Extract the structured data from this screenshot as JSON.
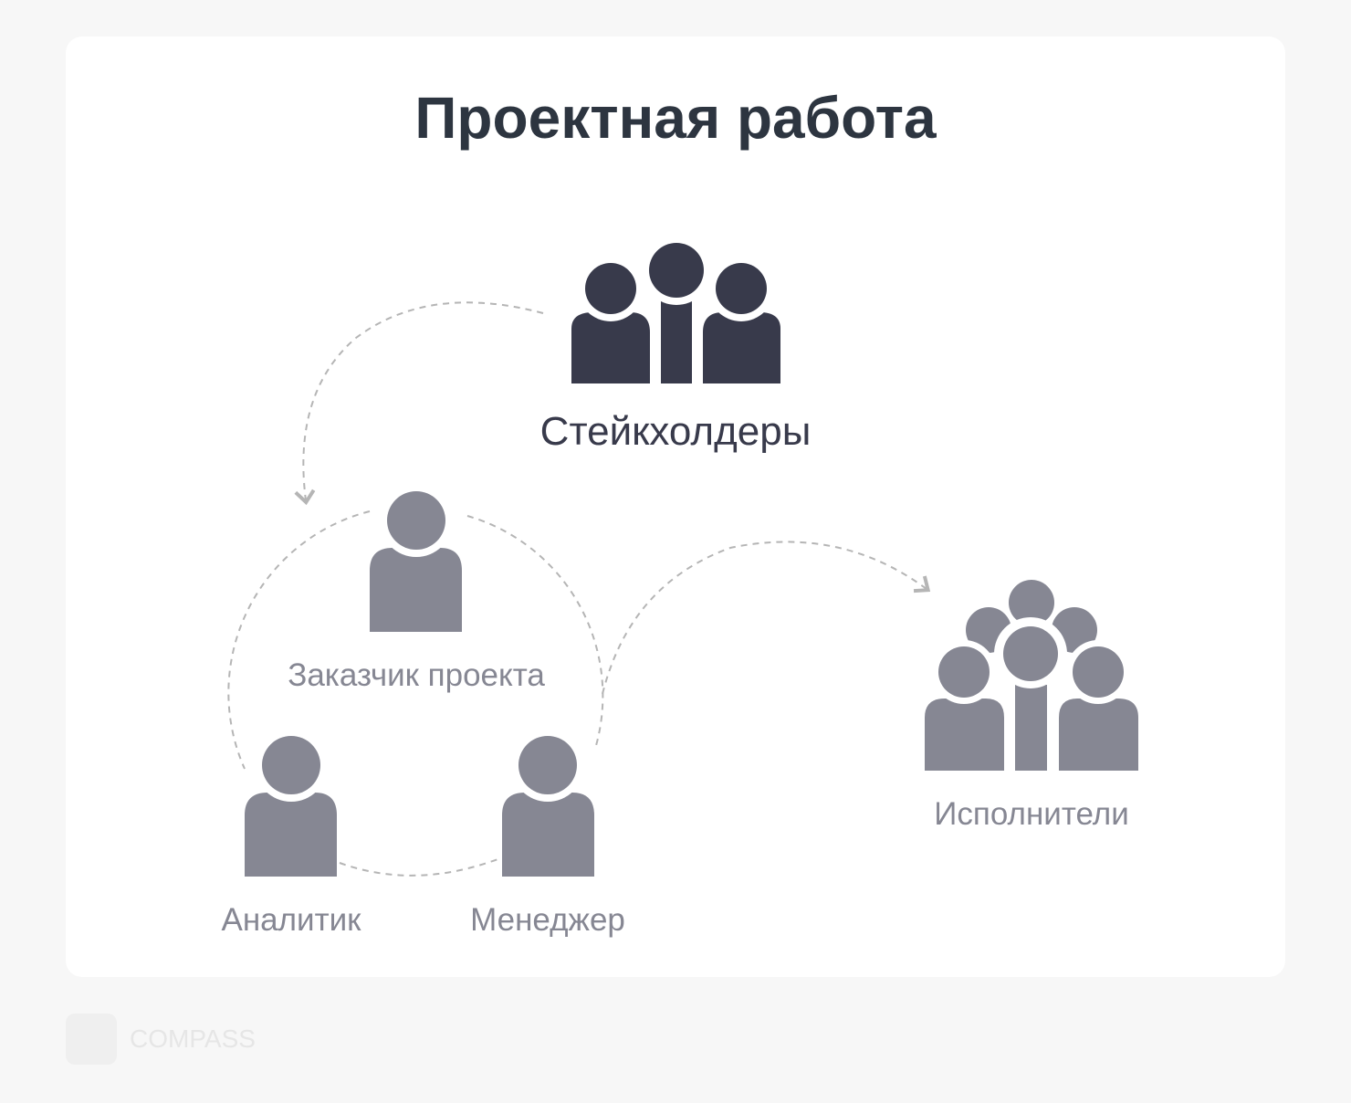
{
  "title": "Проектная работа",
  "stakeholders": "Стейкхолдеры",
  "client": "Заказчик проекта",
  "analyst": "Аналитик",
  "manager": "Менеджер",
  "executors": "Исполнители",
  "brand": "COMPASS",
  "colors": {
    "dark": "#383a4b",
    "gray": "#868793",
    "dash": "#b5b5b5"
  }
}
